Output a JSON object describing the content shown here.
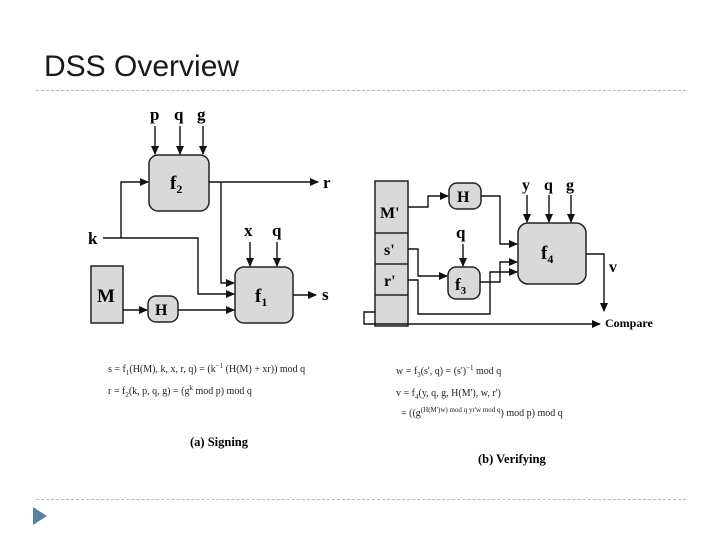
{
  "slide": {
    "title": "DSS Overview"
  },
  "signing": {
    "caption": "(a) Signing",
    "inputs_top": {
      "p": "p",
      "q": "q",
      "g": "g"
    },
    "f2_name": "f",
    "f2_sub": "2",
    "f1_name": "f",
    "f1_sub": "1",
    "hash": "H",
    "message": "M",
    "k": "k",
    "r": "r",
    "s": "s",
    "x": "x",
    "q": "q",
    "eq_s": {
      "main": "s  =  f",
      "sub1": "1",
      "mid": "(H(M), k, x, r, q)  =  (k",
      "sup": "−1",
      "end": " (H(M) + xr)) mod q"
    },
    "eq_r": {
      "main": "r  =  f",
      "sub2": "2",
      "mid": "(k, p, q, g)  =  (g",
      "sup": "k",
      "end": " mod p) mod q"
    }
  },
  "verifying": {
    "caption": "(b) Verifying",
    "m_prime": "M'",
    "s_prime": "s'",
    "r_prime": "r'",
    "hash": "H",
    "f3_name": "f",
    "f3_sub": "3",
    "f4_name": "f",
    "f4_sub": "4",
    "inputs_top": {
      "y": "y",
      "q": "q",
      "g": "g"
    },
    "q": "q",
    "v": "v",
    "compare": "Compare",
    "eq_w": {
      "main": "w  =  f",
      "sub": "3",
      "mid": "(s', q)  =  (s')",
      "sup": "−1",
      "end": " mod q"
    },
    "eq_v": {
      "main": "v  =  f",
      "sub": "4",
      "end": "(y, q, g, H(M'), w, r')"
    },
    "eq_v2": {
      "main": "=  ((g",
      "sup": "(H(M')w) mod q",
      "mid": " yr'w mod q",
      "end": ") mod p) mod q"
    }
  }
}
